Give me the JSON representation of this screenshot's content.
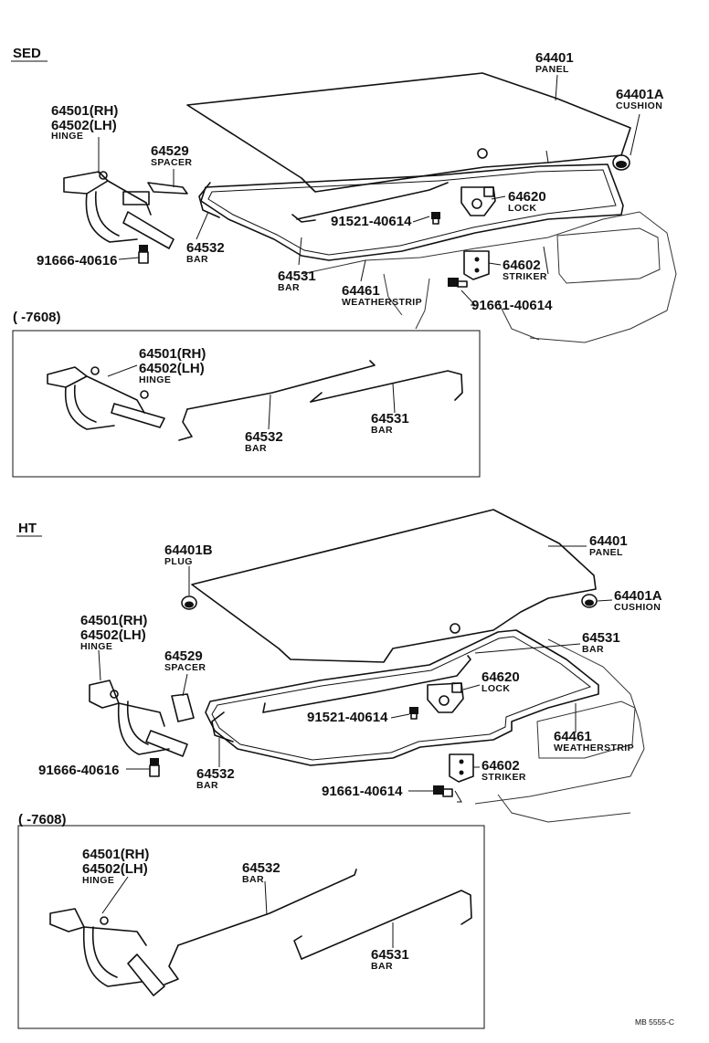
{
  "ref_code": "MB 5555-C",
  "sections": {
    "sed": {
      "title": "SED",
      "parts": {
        "panel": {
          "number": "64401",
          "name": "PANEL"
        },
        "cushion": {
          "number": "64401A",
          "name": "CUSHION"
        },
        "hinge_rh": "64501(RH)",
        "hinge_lh": "64502(LH)",
        "hinge_name": "HINGE",
        "spacer": {
          "number": "64529",
          "name": "SPACER"
        },
        "lock": {
          "number": "64620",
          "name": "LOCK"
        },
        "bolt_lock": "91521-40614",
        "bar_64532": {
          "number": "64532",
          "name": "BAR"
        },
        "bolt_hinge": "91666-40616",
        "bar_64531": {
          "number": "64531",
          "name": "BAR"
        },
        "weatherstrip": {
          "number": "64461",
          "name": "WEATHERSTRIP"
        },
        "striker": {
          "number": "64602",
          "name": "STRIKER"
        },
        "bolt_striker": "91661-40614"
      },
      "inset": {
        "period": "(        -7608)",
        "hinge_rh": "64501(RH)",
        "hinge_lh": "64502(LH)",
        "hinge_name": "HINGE",
        "bar_64532": {
          "number": "64532",
          "name": "BAR"
        },
        "bar_64531": {
          "number": "64531",
          "name": "BAR"
        }
      }
    },
    "ht": {
      "title": "HT",
      "parts": {
        "panel": {
          "number": "64401",
          "name": "PANEL"
        },
        "plug": {
          "number": "64401B",
          "name": "PLUG"
        },
        "cushion": {
          "number": "64401A",
          "name": "CUSHION"
        },
        "bar_64531": {
          "number": "64531",
          "name": "BAR"
        },
        "hinge_rh": "64501(RH)",
        "hinge_lh": "64502(LH)",
        "hinge_name": "HINGE",
        "spacer": {
          "number": "64529",
          "name": "SPACER"
        },
        "lock": {
          "number": "64620",
          "name": "LOCK"
        },
        "bolt_lock": "91521-40614",
        "weatherstrip": {
          "number": "64461",
          "name": "WEATHERSTRIP"
        },
        "bolt_hinge": "91666-40616",
        "bar_64532": {
          "number": "64532",
          "name": "BAR"
        },
        "striker": {
          "number": "64602",
          "name": "STRIKER"
        },
        "bolt_striker": "91661-40614"
      },
      "inset": {
        "period": "(        -7608)",
        "hinge_rh": "64501(RH)",
        "hinge_lh": "64502(LH)",
        "hinge_name": "HINGE",
        "bar_64532": {
          "number": "64532",
          "name": "BAR"
        },
        "bar_64531": {
          "number": "64531",
          "name": "BAR"
        }
      }
    }
  }
}
